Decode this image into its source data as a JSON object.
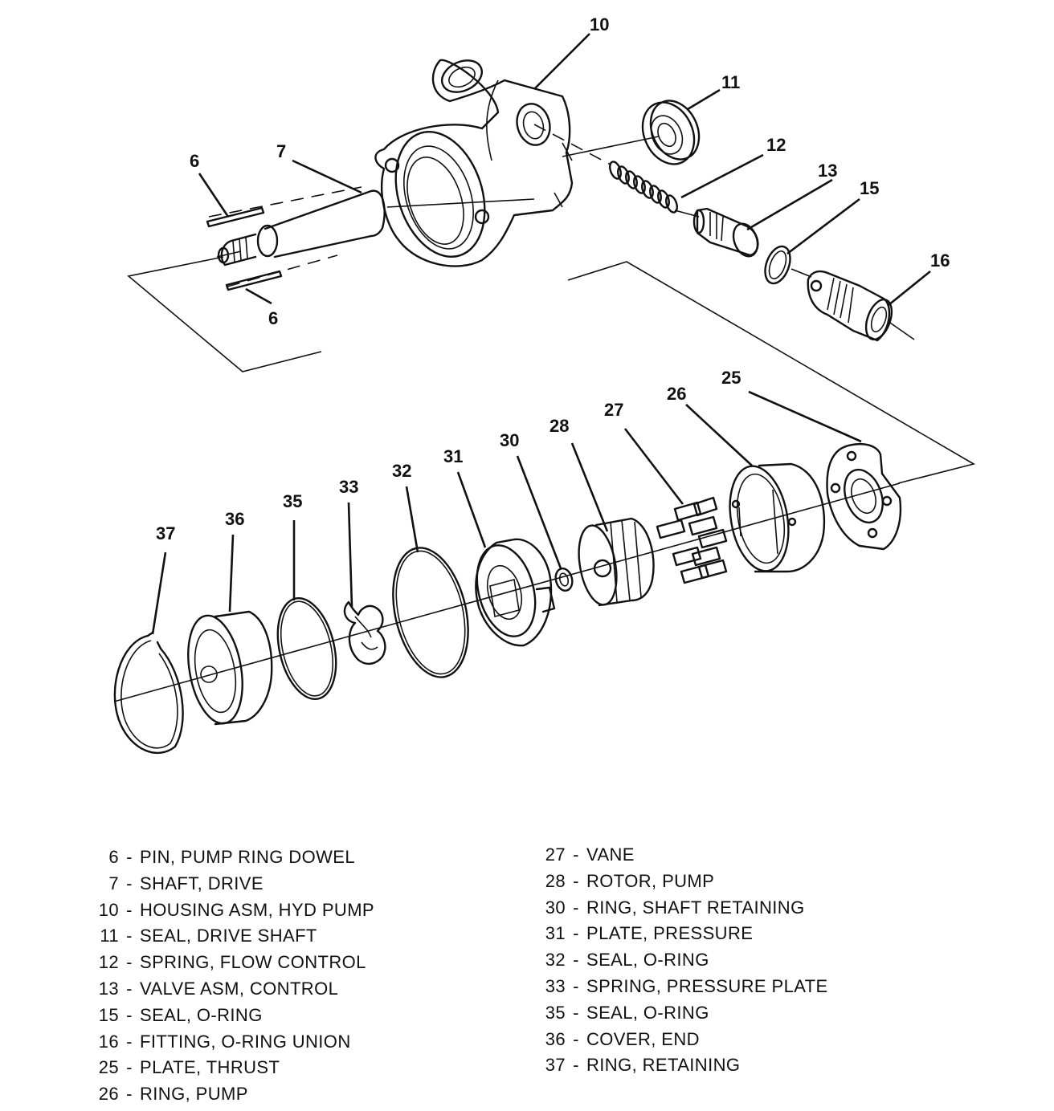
{
  "callouts": {
    "c6a": "6",
    "c6b": "6",
    "c7": "7",
    "c10": "10",
    "c11": "11",
    "c12": "12",
    "c13": "13",
    "c15": "15",
    "c16": "16",
    "c25": "25",
    "c26": "26",
    "c27": "27",
    "c28": "28",
    "c30": "30",
    "c31": "31",
    "c32": "32",
    "c33": "33",
    "c35": "35",
    "c36": "36",
    "c37": "37"
  },
  "legend": {
    "left": [
      {
        "num": "6",
        "text": "PIN, PUMP RING DOWEL"
      },
      {
        "num": "7",
        "text": "SHAFT, DRIVE"
      },
      {
        "num": "10",
        "text": "HOUSING ASM, HYD PUMP"
      },
      {
        "num": "11",
        "text": "SEAL, DRIVE SHAFT"
      },
      {
        "num": "12",
        "text": "SPRING, FLOW CONTROL"
      },
      {
        "num": "13",
        "text": "VALVE ASM, CONTROL"
      },
      {
        "num": "15",
        "text": "SEAL, O-RING"
      },
      {
        "num": "16",
        "text": "FITTING, O-RING UNION"
      },
      {
        "num": "25",
        "text": "PLATE, THRUST"
      },
      {
        "num": "26",
        "text": "RING, PUMP"
      }
    ],
    "right": [
      {
        "num": "27",
        "text": "VANE"
      },
      {
        "num": "28",
        "text": "ROTOR, PUMP"
      },
      {
        "num": "30",
        "text": "RING, SHAFT RETAINING"
      },
      {
        "num": "31",
        "text": "PLATE, PRESSURE"
      },
      {
        "num": "32",
        "text": "SEAL, O-RING"
      },
      {
        "num": "33",
        "text": "SPRING, PRESSURE PLATE"
      },
      {
        "num": "35",
        "text": "SEAL, O-RING"
      },
      {
        "num": "36",
        "text": "COVER, END"
      },
      {
        "num": "37",
        "text": "RING, RETAINING"
      }
    ]
  }
}
